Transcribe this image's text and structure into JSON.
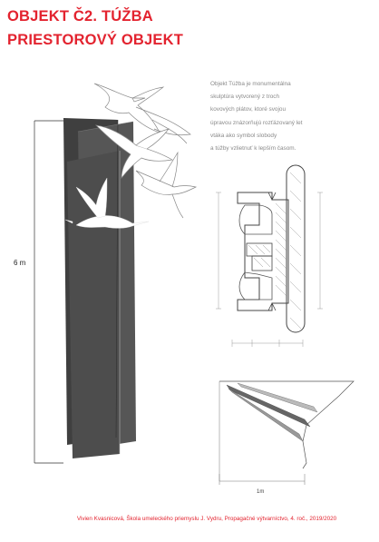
{
  "title": {
    "line1": "OBJEKT Č2. TÚŽBA",
    "line2": "PRIESTOROVÝ OBJEKT"
  },
  "description": {
    "lines": [
      "Objekt Túžba je monumentálna",
      "skulptúra vytvorený z troch",
      "kovových plátov, ktoré svojou",
      "úpravou znázorňujú rozťázovaný let",
      "vtáka ako symbol slobody",
      "a túžby vzlietnuť k lepším časom."
    ]
  },
  "dimensions": {
    "height_label": "6 m",
    "width_label": "1m"
  },
  "footer": "Vivien Kvasnicová, Škola umeleckého priemyslu J. Vydru, Propagačné výtvarníctvo, 4. roč., 2019/2020",
  "colors": {
    "accent": "#e3232f",
    "plate": "#4a4a4a",
    "text_gray": "#8a8a8a"
  }
}
